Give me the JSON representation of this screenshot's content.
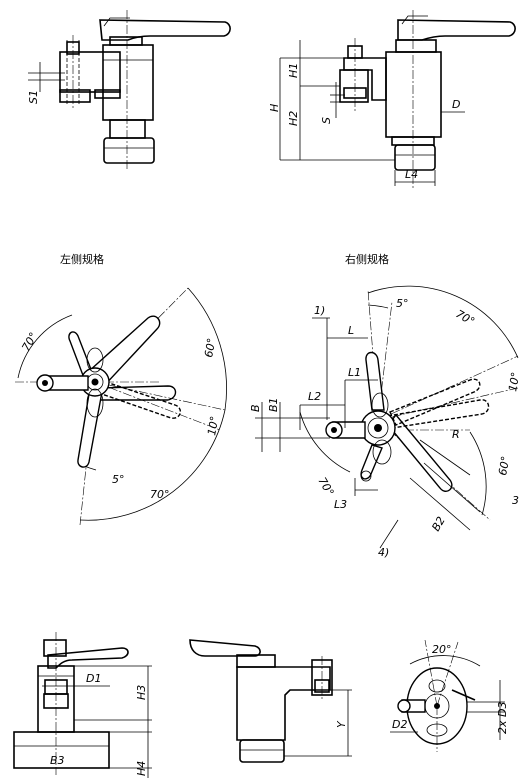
{
  "captions": {
    "left_version": "左侧规格",
    "right_version": "右侧规格"
  },
  "dimensions": {
    "S1": "S1",
    "H": "H",
    "H1": "H1",
    "H2": "H2",
    "S": "S",
    "D": "D",
    "L4": "L4",
    "L": "L",
    "L1": "L1",
    "L2": "L2",
    "L3": "L3",
    "B": "B",
    "B1": "B1",
    "B2": "B2",
    "R": "R",
    "H3": "H3",
    "H4": "H4",
    "D1": "D1",
    "D2": "D2",
    "D3": "2x D3",
    "B3": "B3",
    "Y": "Y"
  },
  "angles": {
    "a70_left": "70°",
    "a60_left": "60°",
    "a10_left": "10°",
    "a5_left": "5°",
    "a70_left_bottom": "70°",
    "a5_right": "5°",
    "a70_right_top": "70°",
    "a10_right": "10°",
    "a60_right": "60°",
    "a70_right_left": "70°",
    "a20": "20°"
  },
  "callouts": {
    "c1": "1)",
    "c3": "3",
    "c4": "4)"
  }
}
